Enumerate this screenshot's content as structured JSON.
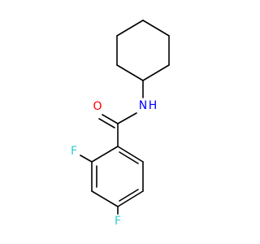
{
  "molecule": {
    "atoms": {
      "oxygen": {
        "symbol": "O",
        "color": "#ff0000"
      },
      "nitrogen": {
        "symbol": "N",
        "color": "#0000ff"
      },
      "nitrogen_h": {
        "symbol": "H",
        "color": "#0000ff"
      },
      "fluorine_ortho": {
        "symbol": "F",
        "color": "#33cccc"
      },
      "fluorine_para": {
        "symbol": "F",
        "color": "#33cccc"
      }
    },
    "bond_color": "#000000",
    "background": "#ffffff"
  }
}
